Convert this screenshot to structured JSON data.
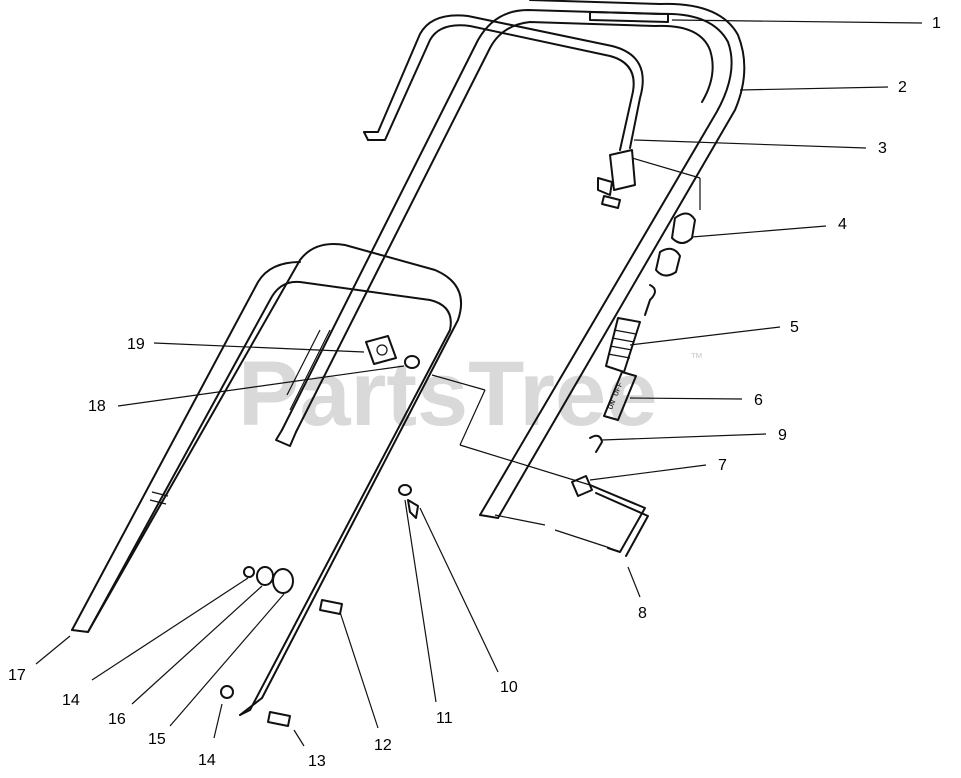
{
  "watermark": {
    "text": "PartsTree",
    "trademark": "™"
  },
  "callouts": [
    {
      "id": "c1",
      "label": "1"
    },
    {
      "id": "c2",
      "label": "2"
    },
    {
      "id": "c3",
      "label": "3"
    },
    {
      "id": "c4",
      "label": "4"
    },
    {
      "id": "c5",
      "label": "5"
    },
    {
      "id": "c6",
      "label": "6"
    },
    {
      "id": "c7",
      "label": "7"
    },
    {
      "id": "c8",
      "label": "8"
    },
    {
      "id": "c9",
      "label": "9"
    },
    {
      "id": "c10",
      "label": "10"
    },
    {
      "id": "c11",
      "label": "11"
    },
    {
      "id": "c12",
      "label": "12"
    },
    {
      "id": "c13",
      "label": "13"
    },
    {
      "id": "c14a",
      "label": "14"
    },
    {
      "id": "c14b",
      "label": "14"
    },
    {
      "id": "c15",
      "label": "15"
    },
    {
      "id": "c16",
      "label": "16"
    },
    {
      "id": "c17",
      "label": "17"
    },
    {
      "id": "c18",
      "label": "18"
    },
    {
      "id": "c19",
      "label": "19"
    }
  ]
}
